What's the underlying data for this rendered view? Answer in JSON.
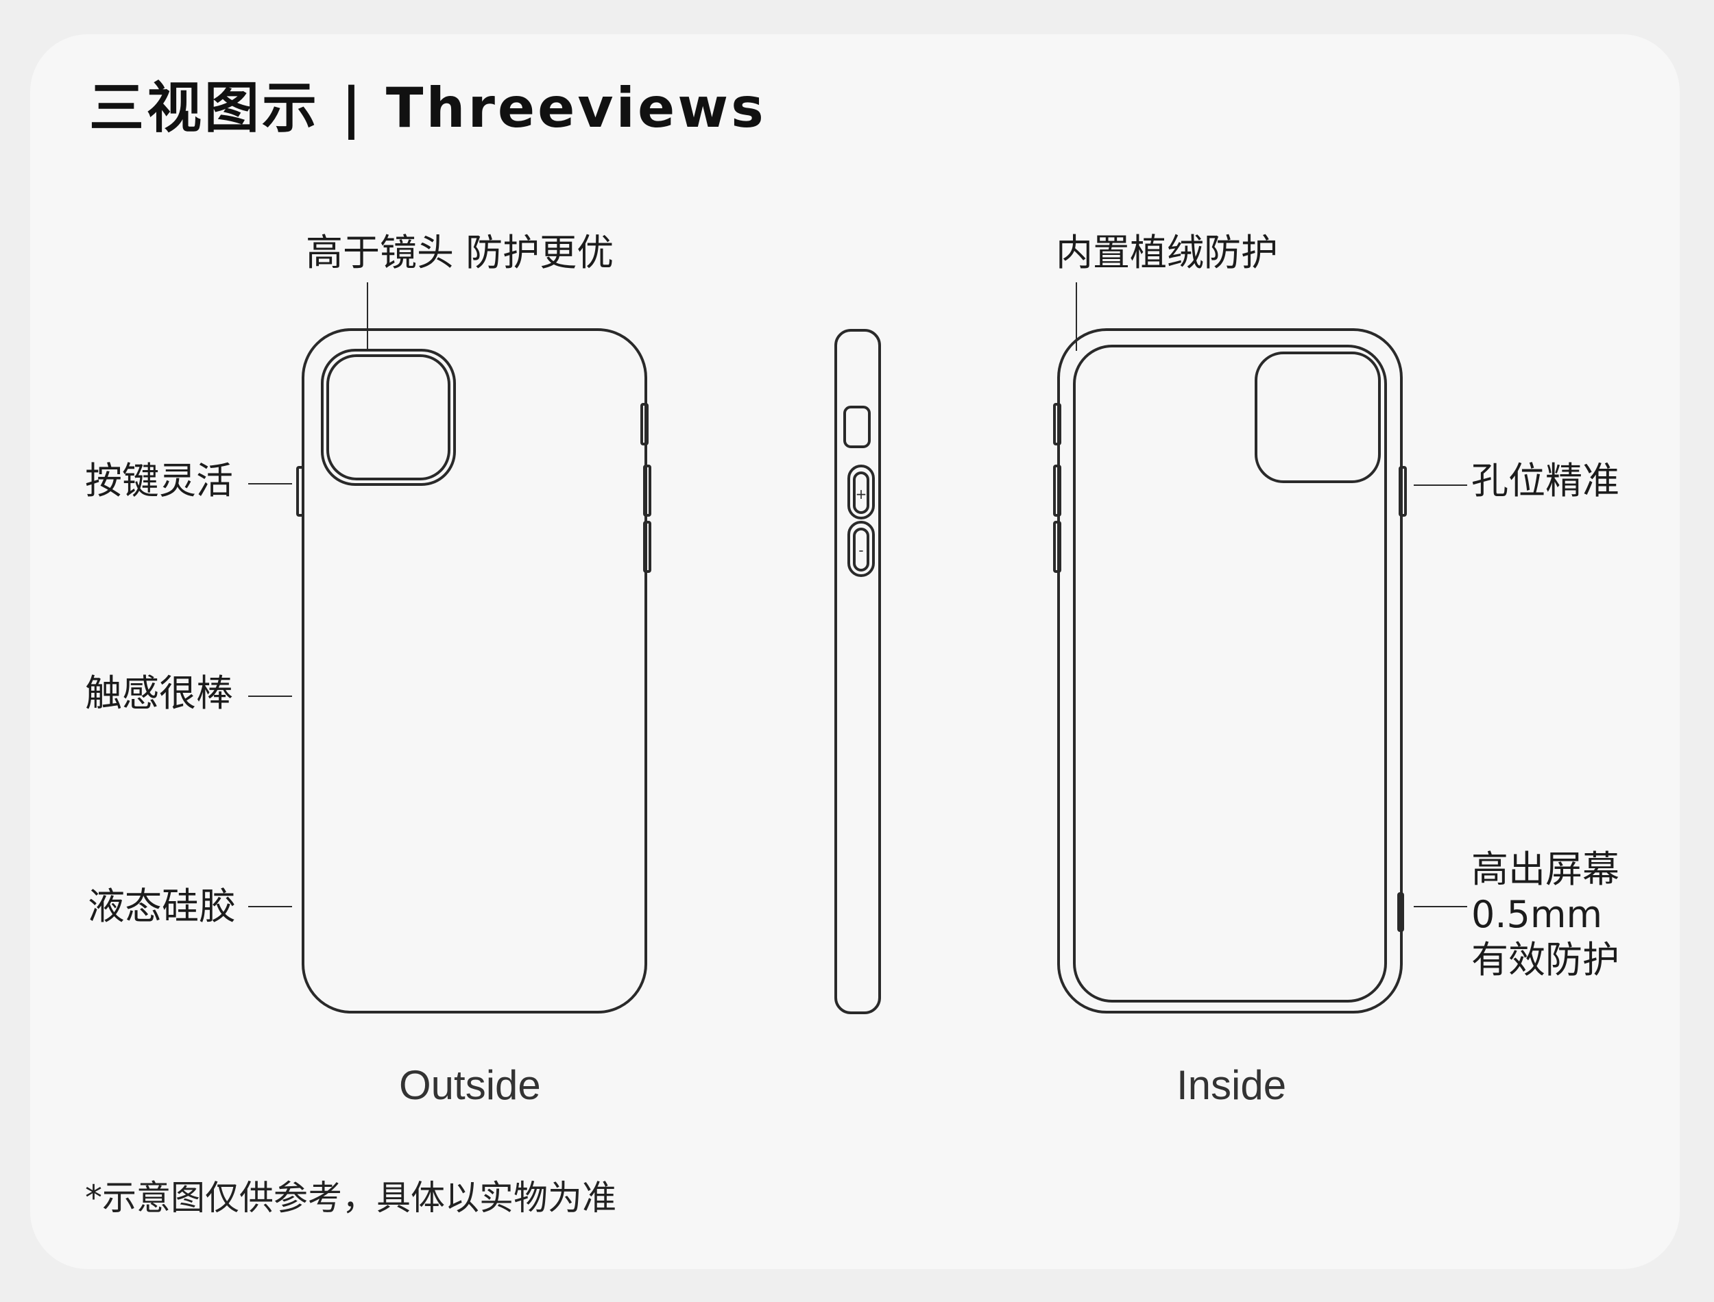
{
  "title": "三视图示 | Threeviews",
  "callouts": {
    "camera": "高于镜头 防护更优",
    "buttons": "按键灵活",
    "touch": "触感很棒",
    "silicone": "液态硅胶",
    "lining": "内置植绒防护",
    "holes": "孔位精准",
    "screen_line1": "高出屏幕",
    "screen_line2": "0.5mm",
    "screen_line3": "有效防护"
  },
  "views": {
    "outside": "Outside",
    "inside": "Inside"
  },
  "side_buttons": {
    "plus": "+",
    "minus": "-"
  },
  "footnote": "*示意图仅供参考，具体以实物为准",
  "colors": {
    "background": "#efefef",
    "card": "#f7f7f7",
    "line": "#2a2a2a",
    "text": "#1c1c1c"
  }
}
